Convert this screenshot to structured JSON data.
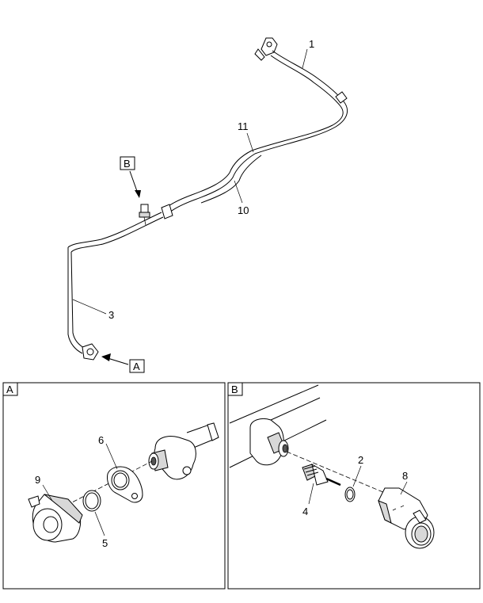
{
  "callouts": {
    "c1": "1",
    "c11": "11",
    "c10": "10",
    "c3": "3",
    "c6": "6",
    "c9": "9",
    "c5": "5",
    "c2": "2",
    "c8": "8",
    "c4": "4"
  },
  "view_refs": {
    "ref_b": "B",
    "ref_a": "A"
  },
  "detail_panels": {
    "panel_a_label": "A",
    "panel_b_label": "B"
  }
}
